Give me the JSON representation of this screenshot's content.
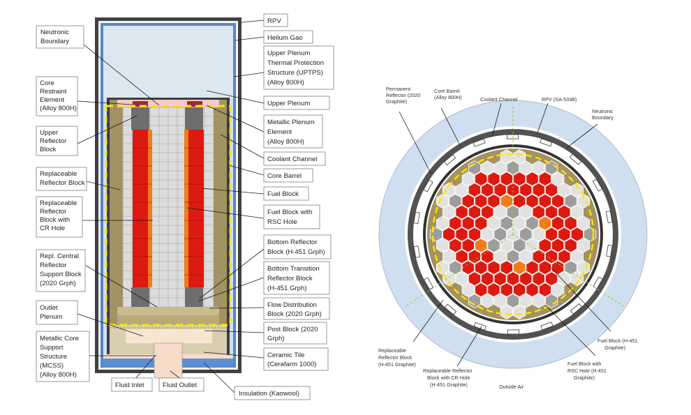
{
  "axial_view": {
    "left_labels": [
      {
        "key": "neutronic_boundary",
        "lines": [
          "Neutronic",
          "Boundary"
        ]
      },
      {
        "key": "core_restraint",
        "lines": [
          "Core",
          "Restraint",
          "Element",
          "(Alloy 800H)"
        ]
      },
      {
        "key": "upper_reflector",
        "lines": [
          "Upper",
          "Reflector",
          "Block"
        ]
      },
      {
        "key": "replaceable_reflector",
        "lines": [
          "Replaceable",
          "Reflector Block"
        ]
      },
      {
        "key": "reflector_cr_hole",
        "lines": [
          "Replaceable",
          "Reflector",
          "Block with",
          "CR Hole"
        ]
      },
      {
        "key": "central_reflector_support",
        "lines": [
          "Repl. Central",
          "Reflector",
          "Support Block",
          "(2020 Grph)"
        ]
      },
      {
        "key": "outlet_plenum",
        "lines": [
          "Outlet",
          "Plenum"
        ]
      },
      {
        "key": "mcss",
        "lines": [
          "Metallic Core",
          "Support",
          "Structure",
          "(MCSS)",
          "(Alloy 800H)"
        ]
      }
    ],
    "right_labels": [
      {
        "key": "rpv",
        "lines": [
          "RPV"
        ]
      },
      {
        "key": "helium_gap",
        "lines": [
          "Helium Gao"
        ]
      },
      {
        "key": "uptps",
        "lines": [
          "Upper Plenum",
          "Thermal Protection",
          "Structure (UPTPS)",
          "(Alloy 800H)"
        ]
      },
      {
        "key": "upper_plenum",
        "lines": [
          "Upper Plenum"
        ]
      },
      {
        "key": "metallic_plenum",
        "lines": [
          "Metallic Plenum",
          "Element",
          "(Alloy 800H)"
        ]
      },
      {
        "key": "coolant_channel",
        "lines": [
          "Coolant Channel"
        ]
      },
      {
        "key": "core_barrel",
        "lines": [
          "Core Barrel"
        ]
      },
      {
        "key": "fuel_block",
        "lines": [
          "Fuel Block"
        ]
      },
      {
        "key": "fuel_block_rsc",
        "lines": [
          "Fuel Block with",
          "RSC Hole"
        ]
      },
      {
        "key": "bottom_reflector",
        "lines": [
          "Bottom Reflector",
          "Block (H-451 Grph)"
        ]
      },
      {
        "key": "bottom_transition",
        "lines": [
          "Bottom Transition",
          "Reflector Block",
          "(H-451  Grph)"
        ]
      },
      {
        "key": "flow_distribution",
        "lines": [
          "Flow Distribution",
          "Block (2020 Grph)"
        ]
      },
      {
        "key": "post_block",
        "lines": [
          "Post Block (2020",
          "Grph)"
        ]
      },
      {
        "key": "ceramic_tile",
        "lines": [
          "Ceramic Tile",
          "(Cerafarm 1000)"
        ]
      }
    ],
    "bottom_labels": [
      {
        "key": "fluid_inlet",
        "lines": [
          "Fluid Inlet"
        ]
      },
      {
        "key": "fluid_outlet",
        "lines": [
          "Fluid Outlet"
        ]
      },
      {
        "key": "insulation",
        "lines": [
          "Insulation (Kaowool)"
        ]
      }
    ]
  },
  "radial_view": {
    "labels": [
      {
        "key": "permanent_reflector",
        "lines": [
          "Permanent",
          "Reflector (2020",
          "Graphite)"
        ]
      },
      {
        "key": "core_barrel",
        "lines": [
          "Core Barrel",
          "(Alloy 800H)"
        ]
      },
      {
        "key": "coolant_channel",
        "lines": [
          "Coolant Channel"
        ]
      },
      {
        "key": "rpv",
        "lines": [
          "RPV (SA-533B)"
        ]
      },
      {
        "key": "neutronic_boundary",
        "lines": [
          "Neutronic",
          "Boundary"
        ]
      },
      {
        "key": "fuel_block",
        "lines": [
          "Fuel Block (H-451",
          "Graphite)"
        ]
      },
      {
        "key": "fuel_block_rsc",
        "lines": [
          "Fuel Block with",
          "RSC Hole (H-451",
          "Graphite)"
        ]
      },
      {
        "key": "outside_air",
        "lines": [
          "Outside Air"
        ]
      },
      {
        "key": "reflector_cr_hole",
        "lines": [
          "Replaceable Reflector",
          "Block with CR Hole",
          "(H-451  Graphite)"
        ]
      },
      {
        "key": "replaceable_reflector",
        "lines": [
          "Replaceable",
          "Reflector Block",
          "(H-451  Graphite)"
        ]
      }
    ]
  },
  "colors": {
    "fuel": "#dd1a12",
    "fuel_rsc": "#f07d1c",
    "reflector_light": "#e2e2e2",
    "reflector_dark": "#9d9d9d",
    "permanent_reflector": "#a39262",
    "outer_air": "#cfdff0",
    "plenum": "#dde7f2",
    "neutronic_boundary": "#ffe500",
    "vessel": "#3b3b3b",
    "bottom_structure": "#d8ceb0",
    "ceramic_tile": "#f7dcca"
  }
}
